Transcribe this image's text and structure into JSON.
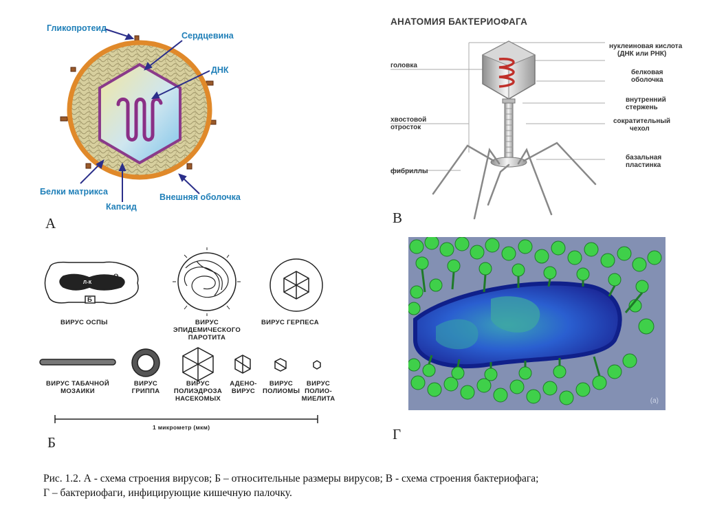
{
  "panel_a": {
    "letter": "А",
    "labels": {
      "glycoprotein": "Гликопротеид",
      "core": "Сердцевина",
      "dna": "ДНК",
      "matrix_proteins": "Белки матрикса",
      "capsid": "Капсид",
      "outer_envelope": "Внешняя оболочка"
    }
  },
  "panel_b": {
    "letter": "Б",
    "viruses": {
      "pox": "ВИРУС ОСПЫ",
      "mumps_1": "ВИРУС",
      "mumps_2": "ЭПИДЕМИЧЕСКОГО",
      "mumps_3": "ПАРОТИТА",
      "herpes": "ВИРУС ГЕРПЕСА",
      "tmv_1": "ВИРУС ТАБАЧНОЙ",
      "tmv_2": "МОЗАИКИ",
      "flu_1": "ВИРУС",
      "flu_2": "ГРИППА",
      "polyhedrosis_1": "ВИРУС",
      "polyhedrosis_2": "ПОЛИЭДРОЗА",
      "polyhedrosis_3": "НАСЕКОМЫХ",
      "adeno_1": "АДЕНО-",
      "adeno_2": "ВИРУС",
      "polyoma_1": "ВИРУС",
      "polyoma_2": "ПОЛИОМЫ",
      "polio_1": "ВИРУС",
      "polio_2": "ПОЛИО-",
      "polio_3": "МИЕЛИТА"
    },
    "inner_marks": {
      "pox_o": "О",
      "pox_b": "Б",
      "pox_lk": "Л-К"
    },
    "scale": "1 микрометр (мкм)"
  },
  "panel_v": {
    "letter": "В",
    "title": "АНАТОМИЯ БАКТЕРИОФАГА",
    "left_labels": {
      "head": "головка",
      "tail_1": "хвостовой",
      "tail_2": "отросток",
      "fibrils": "фибриллы"
    },
    "right_labels": {
      "nucleic_1": "нуклеиновая кислота",
      "nucleic_2": "(ДНК или РНК)",
      "protein_1": "белковая",
      "protein_2": "оболочка",
      "rod_1": "внутренний",
      "rod_2": "стержень",
      "sheath_1": "сократительный",
      "sheath_2": "чехол",
      "plate_1": "базальная",
      "plate_2": "пластинка"
    }
  },
  "panel_g": {
    "letter": "Г",
    "micro_tag": "(а)"
  },
  "caption": {
    "line1": "Рис. 1.2. А - схема строения вирусов; Б – относительные размеры вирусов; В - схема строения бактериофага;",
    "line2": "Г – бактериофаги, инфицирующие кишечную палочку."
  },
  "colors": {
    "label_blue": "#1f7fb8",
    "envelope_orange": "#e0892a",
    "capsid_purple": "#8a3a8a",
    "phage_green": "#3fd04a",
    "cell_blue": "#2345c8"
  }
}
